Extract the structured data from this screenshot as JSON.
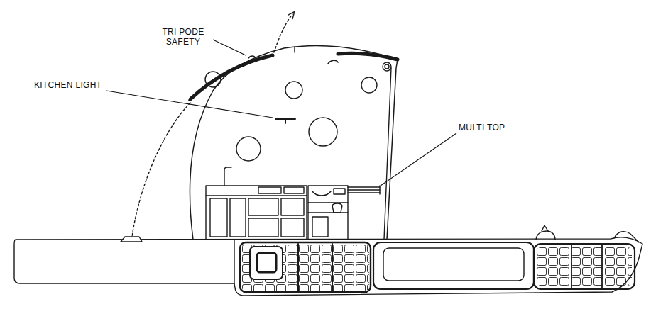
{
  "diagram": {
    "labels": [
      "TRI PODE SAFETY",
      "KITCHEN LIGHT",
      "MULTI TOP"
    ]
  }
}
